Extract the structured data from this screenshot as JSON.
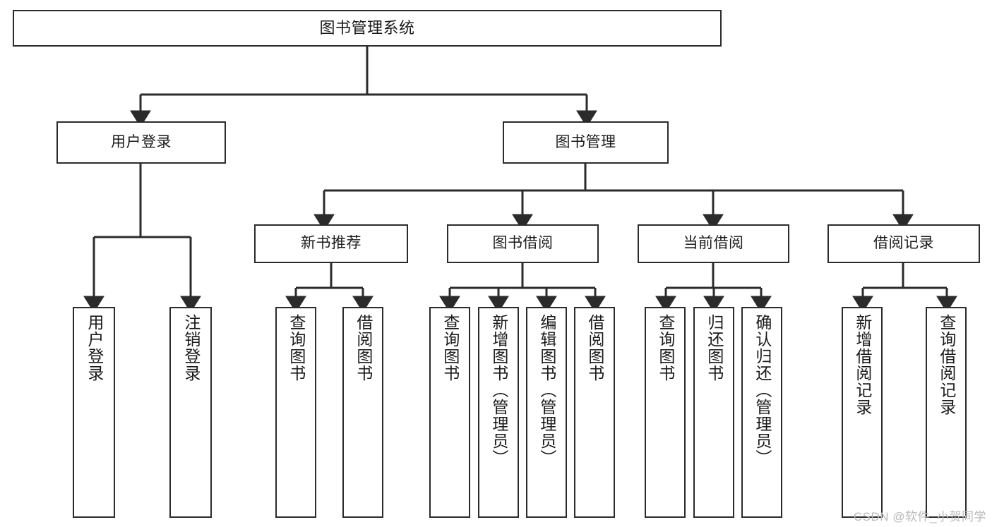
{
  "diagram": {
    "title": "图书管理系统",
    "type": "hierarchy-tree",
    "root": {
      "label": "图书管理系统"
    },
    "level2": [
      {
        "label": "用户登录"
      },
      {
        "label": "图书管理"
      }
    ],
    "level3": [
      {
        "label": "新书推荐"
      },
      {
        "label": "图书借阅"
      },
      {
        "label": "当前借阅"
      },
      {
        "label": "借阅记录"
      }
    ],
    "leaves": {
      "user_login": [
        {
          "label": "用户登录"
        },
        {
          "label": "注销登录"
        }
      ],
      "new_book_recommend": [
        {
          "label": "查询图书"
        },
        {
          "label": "借阅图书"
        }
      ],
      "book_borrow": [
        {
          "label": "查询图书"
        },
        {
          "label": "新增图书（管理员）"
        },
        {
          "label": "编辑图书（管理员）"
        },
        {
          "label": "借阅图书"
        }
      ],
      "current_borrow": [
        {
          "label": "查询图书"
        },
        {
          "label": "归还图书"
        },
        {
          "label": "确认归还（管理员）"
        }
      ],
      "borrow_record": [
        {
          "label": "新增借阅记录"
        },
        {
          "label": "查询借阅记录"
        }
      ]
    },
    "colors": {
      "border": "#2b2b2b",
      "background": "#ffffff",
      "text": "#1a1a1a",
      "watermark": "#b9b9b9"
    }
  },
  "watermark": {
    "text": "CSDN @软件_小贺同学"
  }
}
